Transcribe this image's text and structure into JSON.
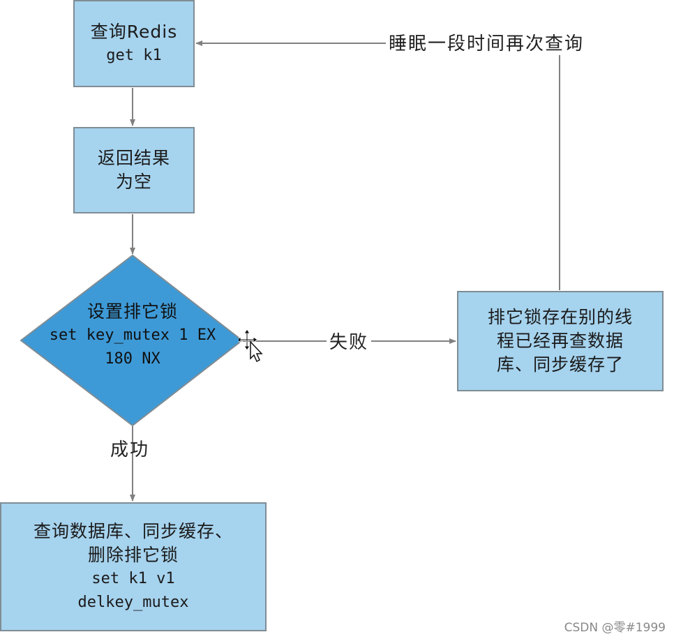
{
  "colors": {
    "box_fill": "#a6d3ee",
    "diamond_fill": "#3e9ad7",
    "border": "#7f8c94",
    "arrow": "#808080"
  },
  "nodes": {
    "query_redis": {
      "line1": "查询Redis",
      "line2": "get k1"
    },
    "empty_result": {
      "line1": "返回结果",
      "line2": "为空"
    },
    "set_lock": {
      "line1": "设置排它锁",
      "line2": "set key_mutex 1 EX",
      "line3": "180 NX"
    },
    "locked_by_other": {
      "line1": "排它锁存在别的线",
      "line2": "程已经再查数据",
      "line3": "库、同步缓存了"
    },
    "success_action": {
      "line1": "查询数据库、同步缓存、",
      "line2": "删除排它锁",
      "line3": "set k1 v1",
      "line4": "delkey_mutex"
    }
  },
  "edges": {
    "sleep_retry": "睡眠一段时间再次查询",
    "fail": "失败",
    "success": "成功"
  },
  "watermark": "CSDN @零#1999"
}
